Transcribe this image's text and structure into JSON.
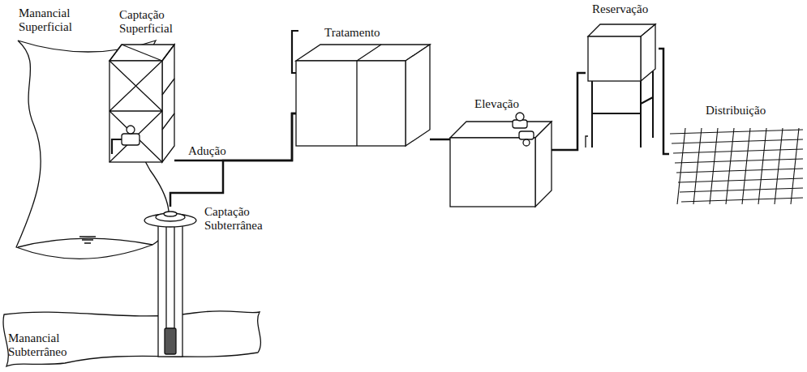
{
  "diagram": {
    "nodes": [
      {
        "text": [
          "Manancial Superficial"
        ]
      },
      {
        "text": [
          "Captação Superficial"
        ]
      },
      {
        "text": [
          "Tratamento"
        ]
      },
      {
        "text": [
          "Elevação"
        ]
      },
      {
        "text": [
          "Reservação"
        ]
      },
      {
        "text": [
          "Distribuição"
        ]
      },
      {
        "text": [
          "Captação Subterrânea"
        ]
      },
      {
        "text": [
          "Manancial Subterrâneo"
        ]
      }
    ],
    "edges": [
      {
        "from": 1,
        "to": 2,
        "label": "Adução",
        "arrow": "none"
      },
      {
        "from": 6,
        "to": 2,
        "arrow": "none"
      },
      {
        "from": 2,
        "to": 3,
        "arrow": "none"
      },
      {
        "from": 3,
        "to": 4,
        "arrow": "none"
      },
      {
        "from": 4,
        "to": 5,
        "arrow": "none"
      }
    ]
  }
}
